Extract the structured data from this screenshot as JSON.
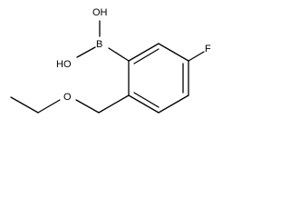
{
  "molecule": {
    "atoms": {
      "oh_top": "OH",
      "oh_left": "HO",
      "boron": "B",
      "fluorine": "F",
      "oxygen": "O"
    }
  },
  "colors": {
    "bond": "#000000",
    "label": "#000000",
    "background": "#ffffff"
  }
}
